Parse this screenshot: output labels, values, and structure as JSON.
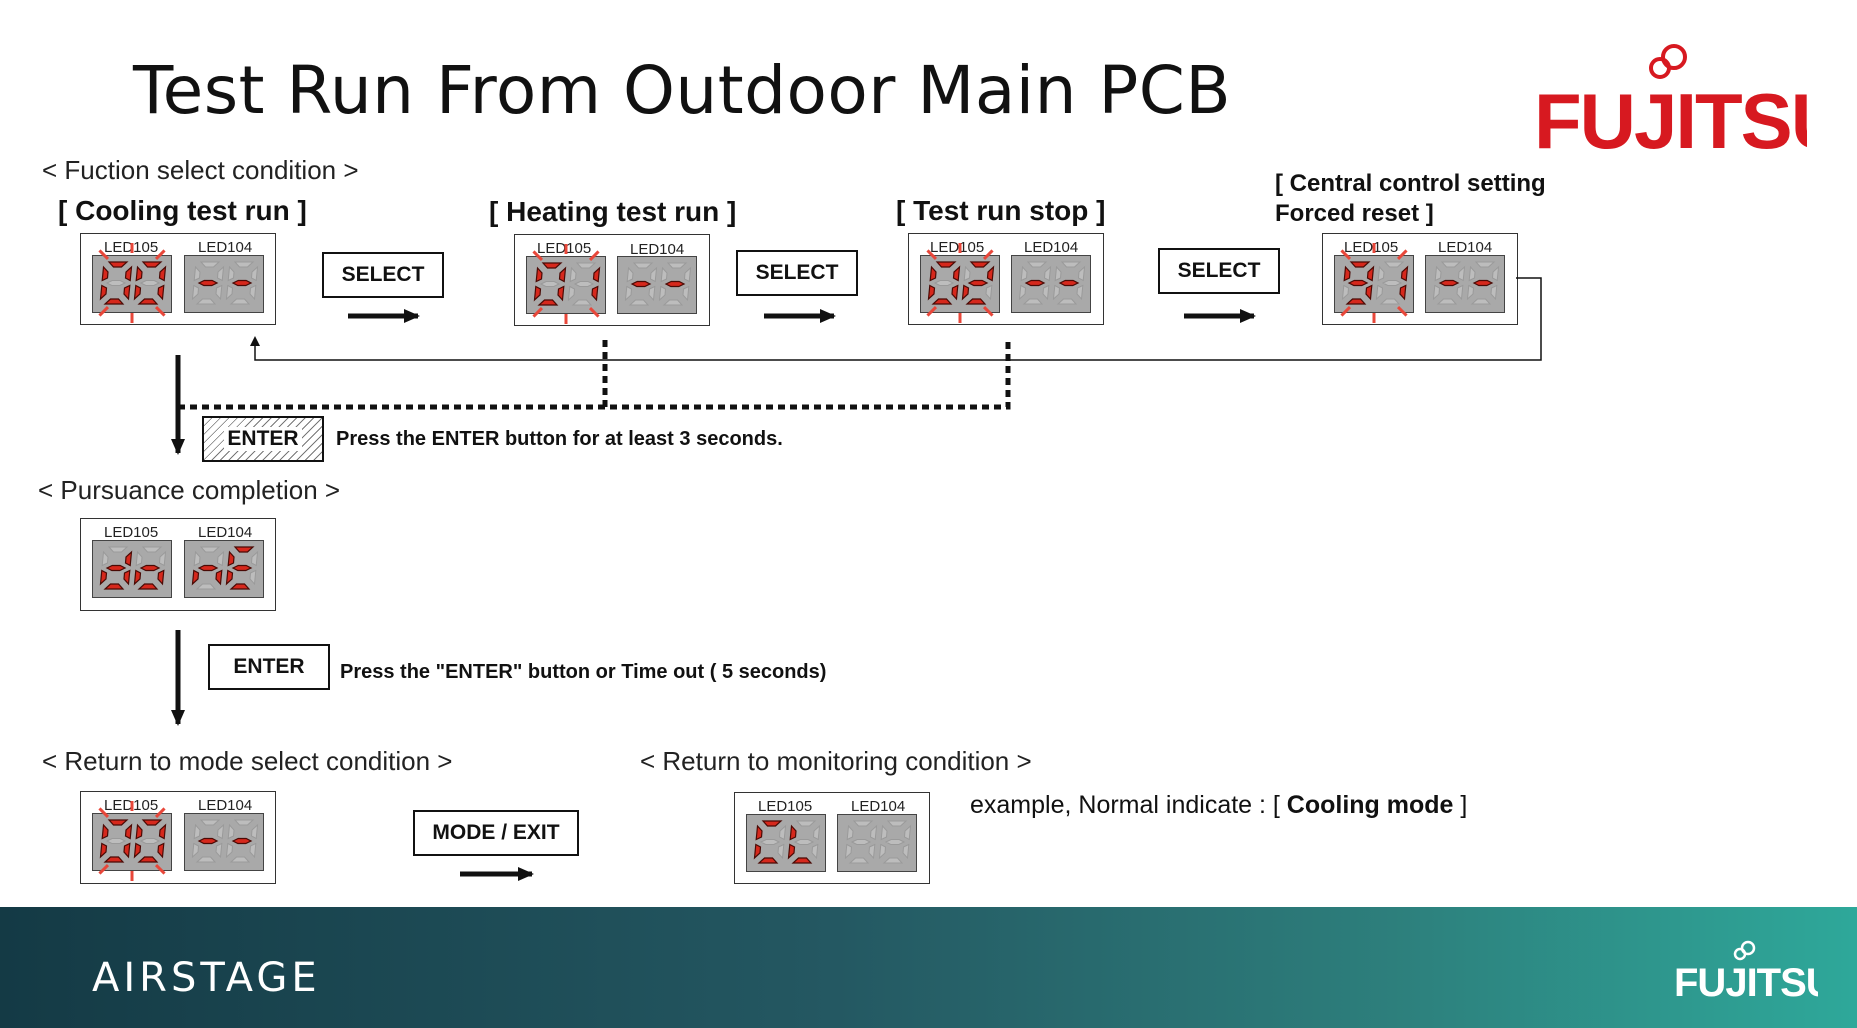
{
  "title": "Test Run From Outdoor Main PCB",
  "brand": {
    "name": "FUJITSU",
    "color": "#d71920"
  },
  "footer": {
    "product": "AIRSTAGE",
    "brand": "FUJITSU"
  },
  "sections": {
    "function_select": "< Fuction select condition >",
    "pursuance": "< Pursuance completion >",
    "return_mode": "< Return to mode select condition >",
    "return_monitor": "< Return to monitoring condition >"
  },
  "states": {
    "cooling": "[ Cooling test run ]",
    "heating": "[ Heating test run ]",
    "stop": "[ Test run stop ]",
    "central_line1": "[ Central control setting",
    "central_line2": "Forced reset ]"
  },
  "led_labels": {
    "led105": "LED105",
    "led104": "LED104"
  },
  "buttons": {
    "select": "SELECT",
    "enter": "ENTER",
    "mode_exit": "MODE / EXIT"
  },
  "notes": {
    "enter_hold": "Press the ENTER button for at least 3 seconds.",
    "enter_timeout": "Press the \"ENTER\" button or Time out ( 5 seconds)"
  },
  "example": {
    "prefix": "example, Normal indicate : [ ",
    "mode": "Cooling mode",
    "suffix": " ]"
  },
  "displays": {
    "cooling": {
      "led105": "00",
      "led104": "--",
      "blinking": true
    },
    "heating": {
      "led105": "01",
      "led104": "--",
      "blinking": true
    },
    "stop": {
      "led105": "02",
      "led104": "--",
      "blinking": true
    },
    "central": {
      "led105": "91",
      "led104": "--",
      "blinking": true
    },
    "done": {
      "led105": "do",
      "led104": "nE",
      "blinking": false
    },
    "return_mode": {
      "led105": "00",
      "led104": "--",
      "blinking": true
    },
    "monitor": {
      "led105": "CL",
      "led104": "",
      "blinking": false
    }
  },
  "colors": {
    "segment_on": "#d6281c",
    "led_bg": "#a9a9a9"
  }
}
